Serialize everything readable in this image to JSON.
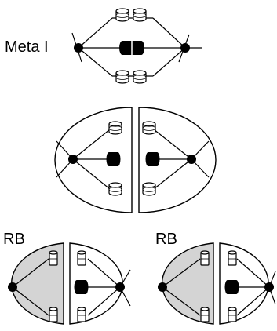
{
  "panel_top": {
    "label": "Meta I"
  },
  "panel_bottom_left": {
    "label": "RB"
  },
  "panel_bottom_right": {
    "label": "RB"
  },
  "colors": {
    "stroke": "#000000",
    "shaded": "#d4d4d4",
    "background": "#ffffff"
  }
}
